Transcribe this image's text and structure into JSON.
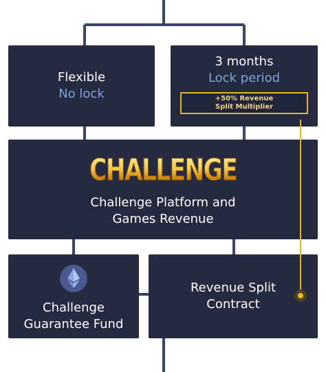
{
  "colors": {
    "box_bg": "#252a41",
    "connector": "#3b4568",
    "accent_blue": "#7ea2de",
    "accent_gold": "#e6b422"
  },
  "flexible": {
    "title": "Flexible",
    "subtitle": "No lock"
  },
  "lock": {
    "title": "3 months",
    "subtitle": "Lock period",
    "multiplier_line1": "+50% Revenue",
    "multiplier_line2": "Split Multiplier"
  },
  "platform": {
    "logo_text": "CHALLENGE",
    "line1": "Challenge Platform and",
    "line2": "Games Revenue"
  },
  "fund": {
    "icon": "ethereum-icon",
    "line1": "Challenge",
    "line2": "Guarantee Fund"
  },
  "split": {
    "line1": "Revenue Split",
    "line2": "Contract"
  }
}
